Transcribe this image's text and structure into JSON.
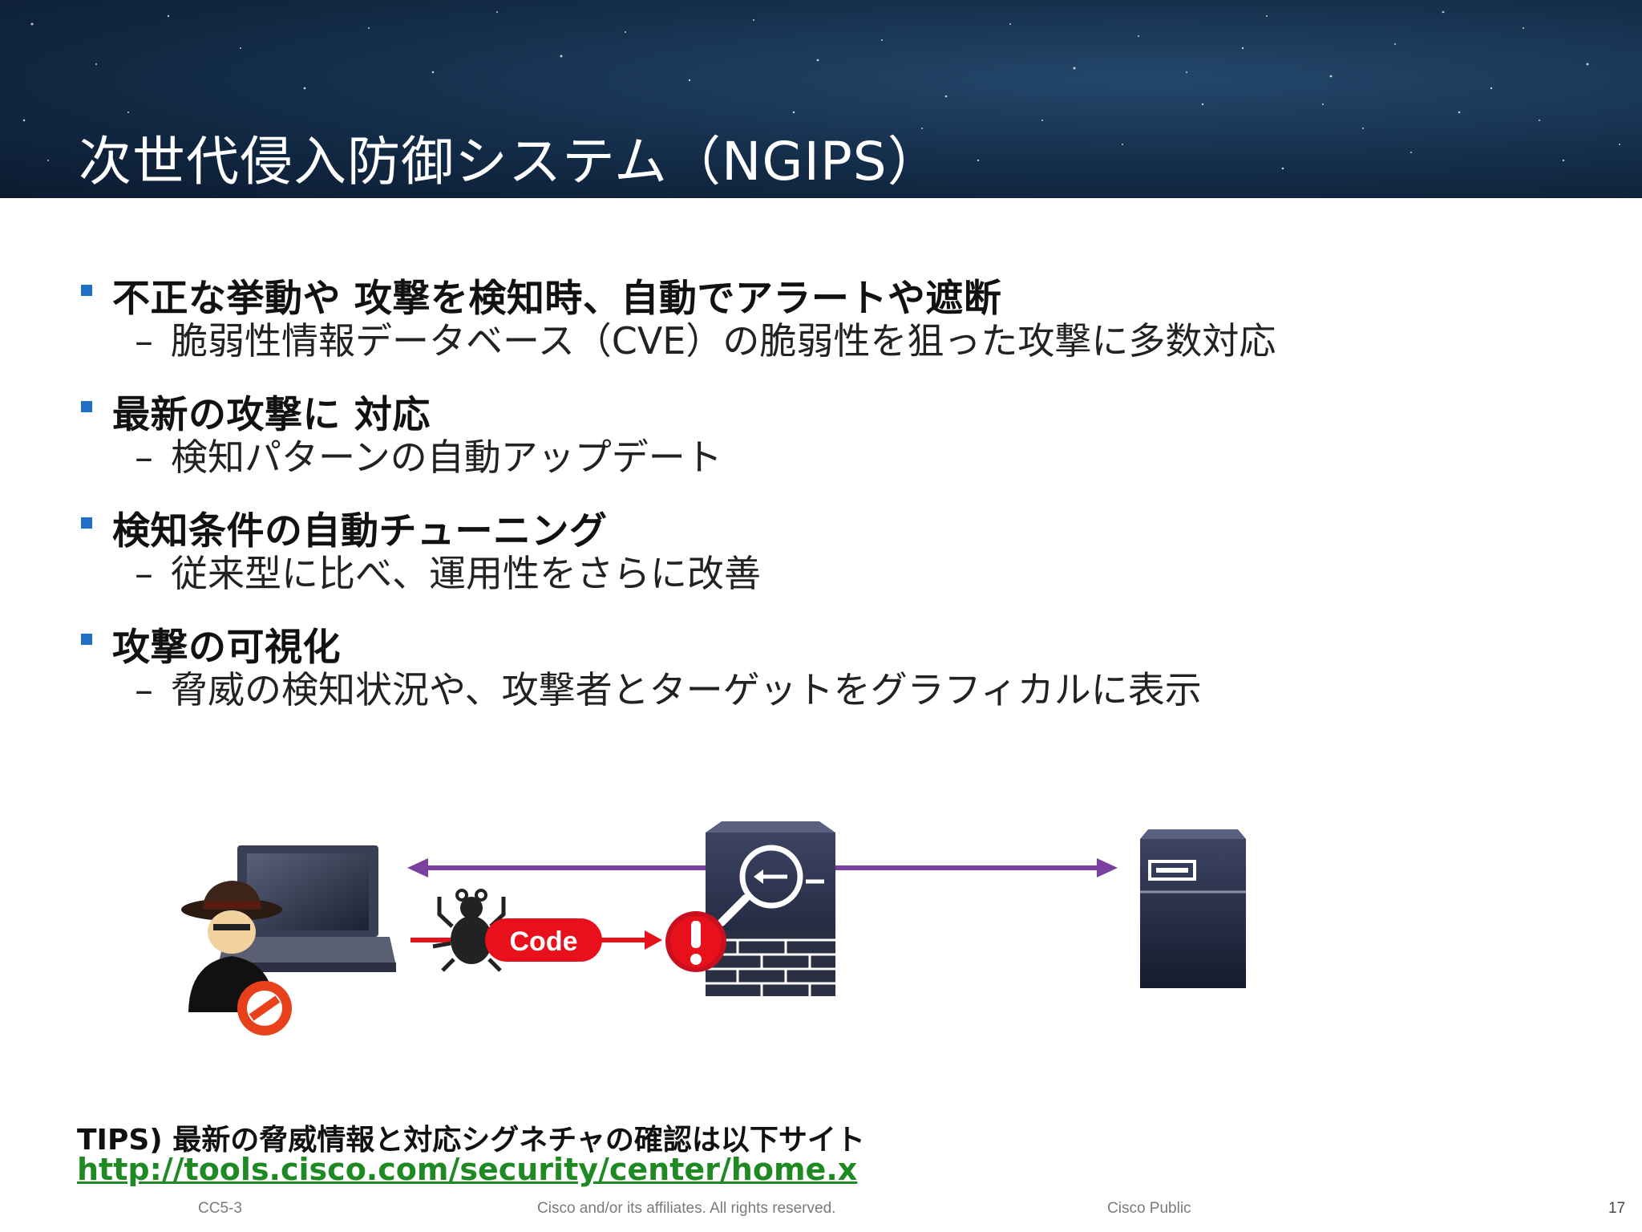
{
  "slide": {
    "title": "次世代侵入防御システム（NGIPS）",
    "bullets": [
      {
        "main": "不正な挙動や 攻撃を検知時、自動でアラートや遮断",
        "sub": "脆弱性情報データベース（CVE）の脆弱性を狙った攻撃に多数対応"
      },
      {
        "main": "最新の攻撃に 対応",
        "sub": "検知パターンの自動アップデート"
      },
      {
        "main": "検知条件の自動チューニング",
        "sub": "従来型に比べ、運用性をさらに改善"
      },
      {
        "main": "攻撃の可視化",
        "sub": "脅威の検知状況や、攻撃者とターゲットをグラフィカルに表示"
      }
    ],
    "sub_dash": "–",
    "diagram": {
      "code_label": "Code",
      "icons": [
        "attacker-laptop-icon",
        "malware-bug-icon",
        "alert-icon",
        "ngips-firewall-icon",
        "server-icon"
      ],
      "arrow_color": "#7b3fa0",
      "attack_color": "#e8101a"
    },
    "tips": "TIPS) 最新の脅威情報と対応シグネチャの確認は以下サイト",
    "link": "http://tools.cisco.com/security/center/home.x",
    "footer": {
      "left": "CC5-3",
      "center": "Cisco and/or its affiliates. All rights reserved.",
      "right": "Cisco Public",
      "page": "17"
    }
  }
}
